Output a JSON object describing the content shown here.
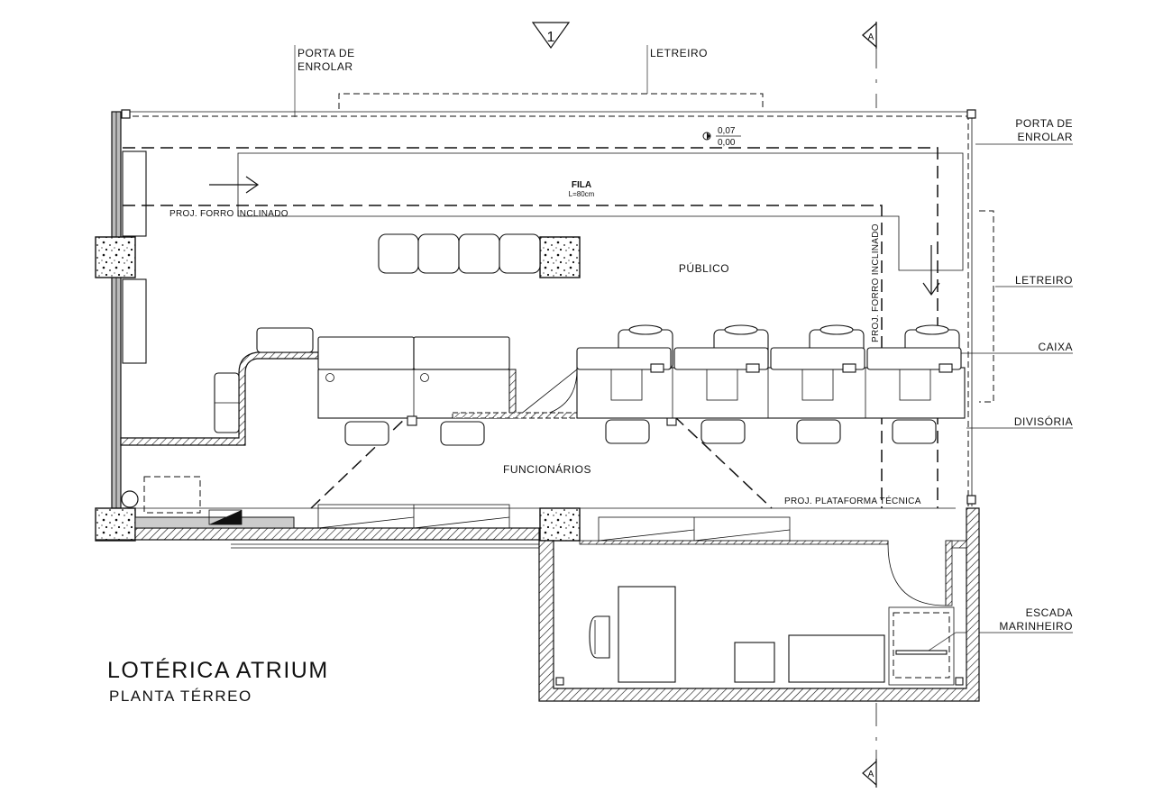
{
  "title": {
    "name": "LOTÉRICA ATRIUM",
    "subtitle": "PLANTA TÉRREO"
  },
  "markers": {
    "view_number": "1",
    "section_letter_top": "A",
    "section_letter_bottom": "A"
  },
  "labels": {
    "porta_enrolar_top": [
      "PORTA DE",
      "ENROLAR"
    ],
    "letreiro_top": "LETREIRO",
    "porta_enrolar_right": [
      "PORTA DE",
      "ENROLAR"
    ],
    "letreiro_right": "LETREIRO",
    "caixa": "CAIXA",
    "divisoria": "DIVISÓRIA",
    "escada": [
      "ESCADA",
      "MARINHEIRO"
    ],
    "fila": "FILA",
    "fila_width": "L=80cm",
    "proj_forro_h": "PROJ. FORRO INCLINADO",
    "proj_forro_v": "PROJ. FORRO INCLINADO",
    "publico": "PÚBLICO",
    "funcionarios": "FUNCIONÁRIOS",
    "proj_plataforma": "PROJ. PLATAFORMA TÉCNICA",
    "level_top": "0,07",
    "level_bottom": "0,00"
  },
  "colors": {
    "line": "#111111",
    "background": "#ffffff"
  }
}
